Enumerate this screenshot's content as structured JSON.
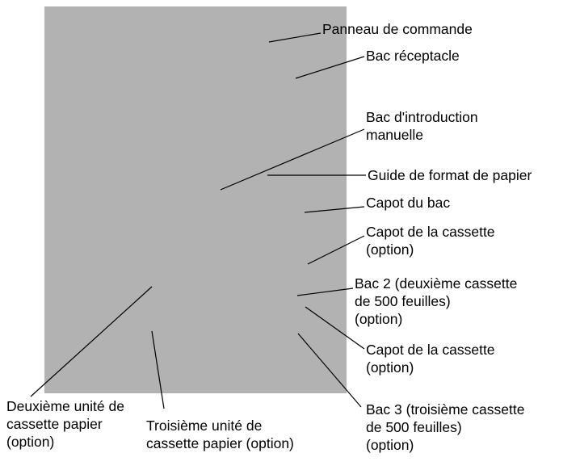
{
  "figure": {
    "photo_color": "#b2b2b2",
    "line_color": "#000000",
    "text_color": "#000000"
  },
  "callouts": [
    {
      "id": "control-panel",
      "lines": [
        "Panneau de commande"
      ]
    },
    {
      "id": "output-tray",
      "lines": [
        "Bac réceptacle"
      ]
    },
    {
      "id": "manual-feed-tray",
      "lines": [
        "Bac d'introduction",
        "manuelle"
      ]
    },
    {
      "id": "paper-size-guide",
      "lines": [
        "Guide de format de papier"
      ]
    },
    {
      "id": "tray-cover",
      "lines": [
        "Capot du bac"
      ]
    },
    {
      "id": "cassette-cover-1",
      "lines": [
        "Capot de la cassette",
        "(option)"
      ]
    },
    {
      "id": "tray-2",
      "lines": [
        "Bac 2 (deuxième cassette",
        "de 500 feuilles)",
        "(option)"
      ]
    },
    {
      "id": "cassette-cover-2",
      "lines": [
        "Capot de la cassette",
        "(option)"
      ]
    },
    {
      "id": "tray-3",
      "lines": [
        "Bac 3 (troisième cassette",
        "de 500 feuilles)",
        "(option)"
      ]
    },
    {
      "id": "second-cassette-unit",
      "lines": [
        "Deuxième unité de",
        "cassette papier",
        "(option)"
      ]
    },
    {
      "id": "third-cassette-unit",
      "lines": [
        "Troisième unité de",
        "cassette papier (option)"
      ]
    }
  ]
}
